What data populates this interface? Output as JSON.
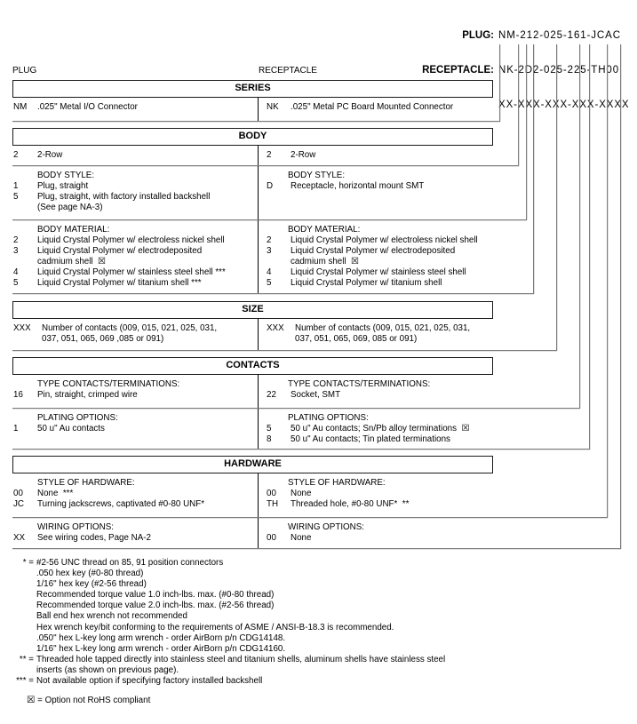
{
  "header": {
    "plug_label": "PLUG:",
    "receptacle_label": "RECEPTACLE:",
    "plug_value": "NM-212-025-161-JCAC",
    "receptacle_value": "NK-2D2-025-225-TH00",
    "mask": "XX-XXX-XXX-XXX-XXXX"
  },
  "columns": {
    "left_label": "PLUG",
    "right_label": "RECEPTACLE"
  },
  "sections": [
    {
      "id": "series",
      "title": "SERIES",
      "subsections": [
        {
          "left": {
            "label": "",
            "rows": [
              {
                "code": "NM",
                "desc": ".025\" Metal I/O Connector"
              }
            ]
          },
          "right": {
            "label": "",
            "rows": [
              {
                "code": "NK",
                "desc": ".025\" Metal PC Board Mounted Connector"
              }
            ]
          }
        }
      ]
    },
    {
      "id": "body",
      "title": "BODY",
      "subsections": [
        {
          "left": {
            "label": "",
            "rows": [
              {
                "code": "2",
                "desc": "2-Row"
              }
            ]
          },
          "right": {
            "label": "",
            "rows": [
              {
                "code": "2",
                "desc": "2-Row"
              }
            ]
          }
        },
        {
          "left": {
            "label": "BODY STYLE:",
            "rows": [
              {
                "code": "1",
                "desc": "Plug, straight"
              },
              {
                "code": "5",
                "desc": "Plug, straight, with factory installed backshell\n(See page NA-3)"
              }
            ]
          },
          "right": {
            "label": "BODY STYLE:",
            "rows": [
              {
                "code": "D",
                "desc": "Receptacle, horizontal mount SMT"
              }
            ]
          }
        },
        {
          "left": {
            "label": "BODY MATERIAL:",
            "rows": [
              {
                "code": "2",
                "desc": "Liquid Crystal Polymer w/ electroless nickel shell"
              },
              {
                "code": "3",
                "desc": "Liquid Crystal Polymer w/ electrodeposited\ncadmium shell  ☒"
              },
              {
                "code": "4",
                "desc": "Liquid Crystal Polymer w/ stainless steel shell ***"
              },
              {
                "code": "5",
                "desc": "Liquid Crystal Polymer w/ titanium shell ***"
              }
            ]
          },
          "right": {
            "label": "BODY MATERIAL:",
            "rows": [
              {
                "code": "2",
                "desc": "Liquid Crystal Polymer w/ electroless nickel shell"
              },
              {
                "code": "3",
                "desc": "Liquid Crystal Polymer w/ electrodeposited\ncadmium shell  ☒"
              },
              {
                "code": "4",
                "desc": "Liquid Crystal Polymer w/ stainless steel shell"
              },
              {
                "code": "5",
                "desc": "Liquid Crystal Polymer w/ titanium shell"
              }
            ]
          }
        }
      ]
    },
    {
      "id": "size",
      "title": "SIZE",
      "subsections": [
        {
          "left": {
            "label": "",
            "rows": [
              {
                "code": "XXX",
                "desc": "Number of contacts (009, 015, 021, 025, 031,\n037, 051, 065, 069 ,085 or 091)"
              }
            ]
          },
          "right": {
            "label": "",
            "rows": [
              {
                "code": "XXX",
                "desc": "Number of contacts (009, 015, 021, 025, 031,\n037, 051, 065, 069, 085 or 091)"
              }
            ]
          }
        }
      ]
    },
    {
      "id": "contacts",
      "title": "CONTACTS",
      "subsections": [
        {
          "left": {
            "label": "TYPE CONTACTS/TERMINATIONS:",
            "rows": [
              {
                "code": "16",
                "desc": "Pin, straight, crimped wire"
              }
            ]
          },
          "right": {
            "label": "TYPE CONTACTS/TERMINATIONS:",
            "rows": [
              {
                "code": "22",
                "desc": "Socket, SMT"
              }
            ]
          }
        },
        {
          "left": {
            "label": "PLATING OPTIONS:",
            "rows": [
              {
                "code": "1",
                "desc": "50 u\" Au contacts"
              }
            ]
          },
          "right": {
            "label": "PLATING OPTIONS:",
            "rows": [
              {
                "code": "5",
                "desc": "50 u\" Au contacts; Sn/Pb alloy terminations  ☒"
              },
              {
                "code": "8",
                "desc": "50 u\" Au contacts; Tin plated terminations"
              }
            ]
          }
        }
      ]
    },
    {
      "id": "hardware",
      "title": "HARDWARE",
      "subsections": [
        {
          "left": {
            "label": "STYLE OF HARDWARE:",
            "rows": [
              {
                "code": "00",
                "desc": "None  ***"
              },
              {
                "code": "JC",
                "desc": "Turning jackscrews, captivated #0-80 UNF*"
              }
            ]
          },
          "right": {
            "label": "STYLE OF HARDWARE:",
            "rows": [
              {
                "code": "00",
                "desc": "None"
              },
              {
                "code": "TH",
                "desc": "Threaded hole, #0-80 UNF*  **"
              }
            ]
          }
        },
        {
          "left": {
            "label": "WIRING OPTIONS:",
            "rows": [
              {
                "code": "XX",
                "desc": "See wiring codes, Page NA-2"
              }
            ]
          },
          "right": {
            "label": "WIRING OPTIONS:",
            "rows": [
              {
                "code": "00",
                "desc": "None"
              }
            ]
          }
        }
      ]
    }
  ],
  "footnotes": [
    {
      "marker": "* =",
      "text": "#2-56 UNC thread on 85, 91 position connectors"
    },
    {
      "marker": "",
      "text": ".050 hex key (#0-80 thread)"
    },
    {
      "marker": "",
      "text": "1/16\" hex key (#2-56 thread)"
    },
    {
      "marker": "",
      "text": "Recommended torque value 1.0 inch-lbs. max. (#0-80 thread)"
    },
    {
      "marker": "",
      "text": "Recommended torque value 2.0 inch-lbs. max. (#2-56 thread)"
    },
    {
      "marker": "",
      "text": "Ball end hex wrench not recommended"
    },
    {
      "marker": "",
      "text": "Hex wrench key/bit conforming to the requirements of ASME / ANSI-B-18.3 is recommended."
    },
    {
      "marker": "",
      "text": ".050\" hex L-key long arm wrench - order AirBorn p/n CDG14148."
    },
    {
      "marker": "",
      "text": "1/16\" hex L-key long arm wrench - order AirBorn p/n CDG14160."
    },
    {
      "marker": "** =",
      "text": "Threaded hole tapped directly into stainless steel and titanium shells, aluminum shells have stainless steel"
    },
    {
      "marker": "",
      "text": "inserts (as shown on previous page)."
    },
    {
      "marker": "*** =",
      "text": "Not available option if specifying factory installed backshell"
    }
  ],
  "legend": {
    "symbol": "☒",
    "text": " = Option not RoHS compliant"
  }
}
